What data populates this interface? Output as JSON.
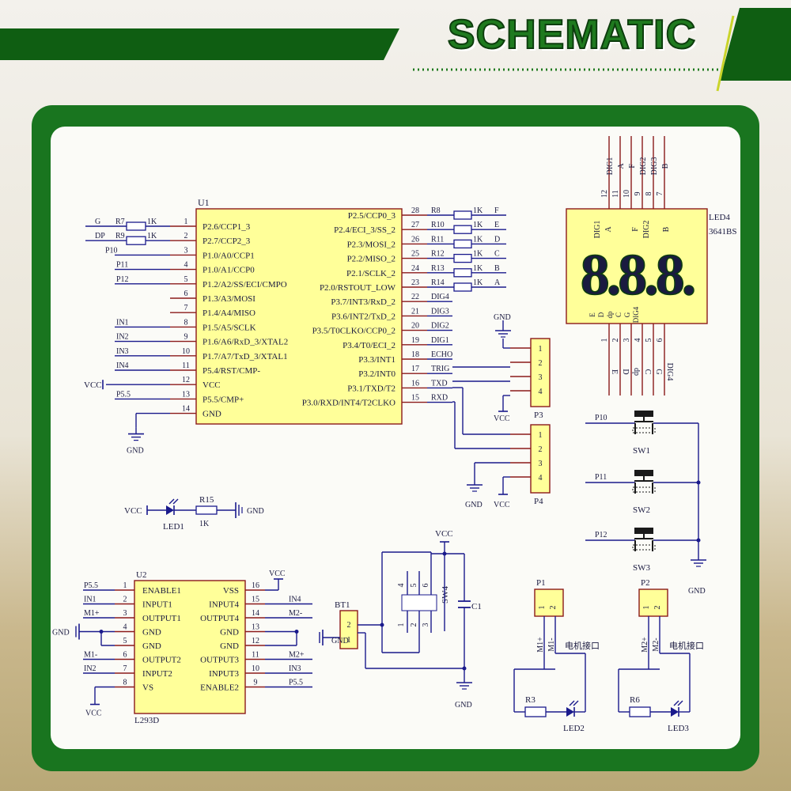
{
  "header": {
    "title": "SCHEMATIC",
    "colors": {
      "accent": "#1f7a1f",
      "dark": "#0d3d0d",
      "stripe": "#c9d42a"
    }
  },
  "mcu": {
    "ref": "U1",
    "left_pins": [
      {
        "num": "1",
        "name": "P2.6/CCP1_3",
        "net": "G",
        "res": "R7",
        "val": "1K"
      },
      {
        "num": "2",
        "name": "P2.7/CCP2_3",
        "net": "DP",
        "res": "R9",
        "val": "1K"
      },
      {
        "num": "3",
        "name": "P1.0/A0/CCP1",
        "net": "P10"
      },
      {
        "num": "4",
        "name": "P1.0/A1/CCP0",
        "net": "P11"
      },
      {
        "num": "5",
        "name": "P1.2/A2/SS/ECI/CMPO",
        "net": "P12"
      },
      {
        "num": "6",
        "name": "P1.3/A3/MOSI",
        "net": ""
      },
      {
        "num": "7",
        "name": "P1.4/A4/MISO",
        "net": ""
      },
      {
        "num": "8",
        "name": "P1.5/A5/SCLK",
        "net": "IN1"
      },
      {
        "num": "9",
        "name": "P1.6/A6/RxD_3/XTAL2",
        "net": "IN2"
      },
      {
        "num": "10",
        "name": "P1.7/A7/TxD_3/XTAL1",
        "net": "IN3"
      },
      {
        "num": "11",
        "name": "P5.4/RST/CMP-",
        "net": "IN4"
      },
      {
        "num": "12",
        "name": "VCC",
        "net": "VCC"
      },
      {
        "num": "13",
        "name": "P5.5/CMP+",
        "net": "P5.5"
      },
      {
        "num": "14",
        "name": "GND",
        "net": "GND"
      }
    ],
    "right_pins": [
      {
        "num": "28",
        "name": "P2.5/CCP0_3",
        "net": "F",
        "res": "R8",
        "val": "1K"
      },
      {
        "num": "27",
        "name": "P2.4/ECI_3/SS_2",
        "net": "E",
        "res": "R10",
        "val": "1K"
      },
      {
        "num": "26",
        "name": "P2.3/MOSI_2",
        "net": "D",
        "res": "R11",
        "val": "1K"
      },
      {
        "num": "25",
        "name": "P2.2/MISO_2",
        "net": "C",
        "res": "R12",
        "val": "1K"
      },
      {
        "num": "24",
        "name": "P2.1/SCLK_2",
        "net": "B",
        "res": "R13",
        "val": "1K"
      },
      {
        "num": "23",
        "name": "P2.0/RSTOUT_LOW",
        "net": "A",
        "res": "R14",
        "val": "1K"
      },
      {
        "num": "22",
        "name": "P3.7/INT3/RxD_2",
        "net": "DIG4"
      },
      {
        "num": "21",
        "name": "P3.6/INT2/TxD_2",
        "net": "DIG3"
      },
      {
        "num": "20",
        "name": "P3.5/T0CLKO/CCP0_2",
        "net": "DIG2"
      },
      {
        "num": "19",
        "name": "P3.4/T0/ECI_2",
        "net": "DIG1"
      },
      {
        "num": "18",
        "name": "P3.3/INT1",
        "net": "ECHO"
      },
      {
        "num": "17",
        "name": "P3.2/INT0",
        "net": "TRIG"
      },
      {
        "num": "16",
        "name": "P3.1/TXD/T2",
        "net": "TXD"
      },
      {
        "num": "15",
        "name": "P3.0/RXD/INT4/T2CLKO",
        "net": "RXD"
      }
    ]
  },
  "display": {
    "ref": "LED4",
    "part": "3641BS",
    "digits": "8.8.8.",
    "top_nets": [
      "DIG1",
      "A",
      "F",
      "DIG2",
      "DIG3",
      "B"
    ],
    "top_nums": [
      "12",
      "11",
      "10",
      "9",
      "8",
      "7"
    ],
    "bottom_nums": [
      "1",
      "2",
      "3",
      "4",
      "5",
      "6"
    ],
    "bottom_nets": [
      "E",
      "D",
      "dp",
      "C",
      "G",
      "DIG4"
    ],
    "inner_top": [
      "DIG1",
      "A",
      "F",
      "DIG2"
    ],
    "inner_right": "B",
    "inner_bottom": [
      "E",
      "D",
      "dp",
      "C",
      "G",
      "DIG4"
    ]
  },
  "p3": {
    "ref": "P3",
    "pins": [
      "1",
      "2",
      "3",
      "4"
    ],
    "gnd": "GND",
    "vcc": "VCC"
  },
  "p4": {
    "ref": "P4",
    "pins": [
      "1",
      "2",
      "3",
      "4"
    ],
    "gnd": "GND",
    "vcc": "VCC"
  },
  "switches": [
    {
      "ref": "SW1",
      "net": "P10"
    },
    {
      "ref": "SW2",
      "net": "P11"
    },
    {
      "ref": "SW3",
      "net": "P12"
    }
  ],
  "switch_gnd": "GND",
  "power_led": {
    "vcc": "VCC",
    "led": "LED1",
    "res": "R15",
    "val": "1K",
    "gnd": "GND"
  },
  "driver": {
    "ref": "U2",
    "part": "L293D",
    "left_pins": [
      {
        "num": "1",
        "name": "ENABLE1",
        "net": "P5.5"
      },
      {
        "num": "2",
        "name": "INPUT1",
        "net": "IN1"
      },
      {
        "num": "3",
        "name": "OUTPUT1",
        "net": "M1+"
      },
      {
        "num": "4",
        "name": "GND",
        "net": "GND"
      },
      {
        "num": "5",
        "name": "GND",
        "net": ""
      },
      {
        "num": "6",
        "name": "OUTPUT2",
        "net": "M1-"
      },
      {
        "num": "7",
        "name": "INPUT2",
        "net": "IN2"
      },
      {
        "num": "8",
        "name": "VS",
        "net": "VCC"
      }
    ],
    "right_pins": [
      {
        "num": "16",
        "name": "VSS",
        "net": "VCC"
      },
      {
        "num": "15",
        "name": "INPUT4",
        "net": "IN4"
      },
      {
        "num": "14",
        "name": "OUTPUT4",
        "net": "M2-"
      },
      {
        "num": "13",
        "name": "GND",
        "net": ""
      },
      {
        "num": "12",
        "name": "GND",
        "net": ""
      },
      {
        "num": "11",
        "name": "OUTPUT3",
        "net": "M2+"
      },
      {
        "num": "10",
        "name": "INPUT3",
        "net": "IN3"
      },
      {
        "num": "9",
        "name": "ENABLE2",
        "net": "P5.5"
      }
    ]
  },
  "battery": {
    "ref": "BT1",
    "pins": [
      "2",
      "1"
    ],
    "gnd": "GND"
  },
  "switch4": {
    "ref": "SW4",
    "pins": [
      "4",
      "5",
      "6",
      "1",
      "2",
      "3"
    ]
  },
  "cap": {
    "ref": "C1",
    "vcc": "VCC",
    "gnd": "GND"
  },
  "motors": [
    {
      "ref": "P1",
      "pins": [
        "1",
        "2"
      ],
      "nets": [
        "M1+",
        "M1-"
      ],
      "label": "电机接口",
      "res": "R3",
      "led": "LED2"
    },
    {
      "ref": "P2",
      "pins": [
        "1",
        "2"
      ],
      "nets": [
        "M2+",
        "M2-"
      ],
      "label": "电机接口",
      "res": "R6",
      "led": "LED3"
    }
  ]
}
